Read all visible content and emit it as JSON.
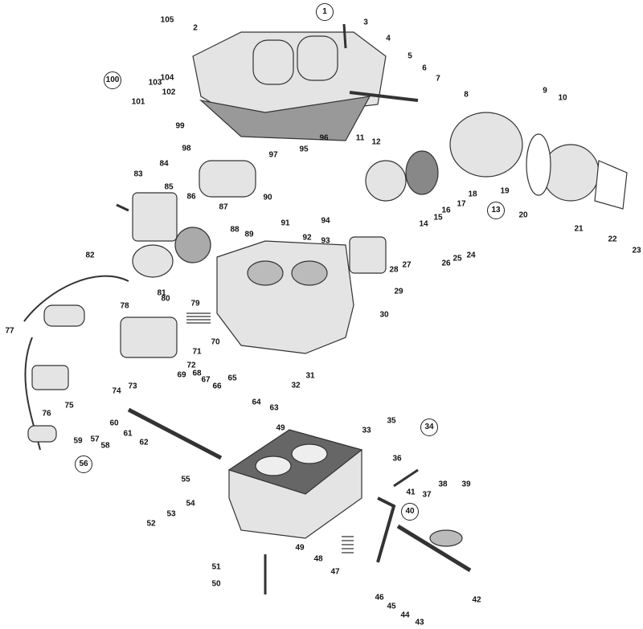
{
  "title": "Carburetor exploded parts diagram",
  "labels": [
    "105",
    "1",
    "3",
    "2",
    "4",
    "5",
    "6",
    "7",
    "104",
    "100",
    "103",
    "102",
    "101",
    "8",
    "9",
    "10",
    "99",
    "96",
    "11",
    "12",
    "98",
    "97",
    "84",
    "95",
    "83",
    "85",
    "86",
    "90",
    "87",
    "94",
    "18",
    "17",
    "16",
    "15",
    "14",
    "13",
    "19",
    "20",
    "21",
    "22",
    "23",
    "89",
    "91",
    "88",
    "92",
    "93",
    "82",
    "27",
    "28",
    "26",
    "25",
    "24",
    "29",
    "81",
    "80",
    "79",
    "78",
    "77",
    "30",
    "71",
    "70",
    "72",
    "31",
    "69",
    "68",
    "67",
    "66",
    "65",
    "32",
    "73",
    "74",
    "76",
    "75",
    "64",
    "63",
    "35",
    "34",
    "60",
    "61",
    "62",
    "59",
    "57",
    "58",
    "56",
    "49",
    "33",
    "36",
    "55",
    "38",
    "39",
    "41",
    "40",
    "37",
    "54",
    "53",
    "52",
    "49",
    "48",
    "47",
    "51",
    "50",
    "46",
    "45",
    "44",
    "43",
    "42"
  ],
  "circled": [
    "1",
    "100",
    "13",
    "34",
    "40",
    "56"
  ]
}
